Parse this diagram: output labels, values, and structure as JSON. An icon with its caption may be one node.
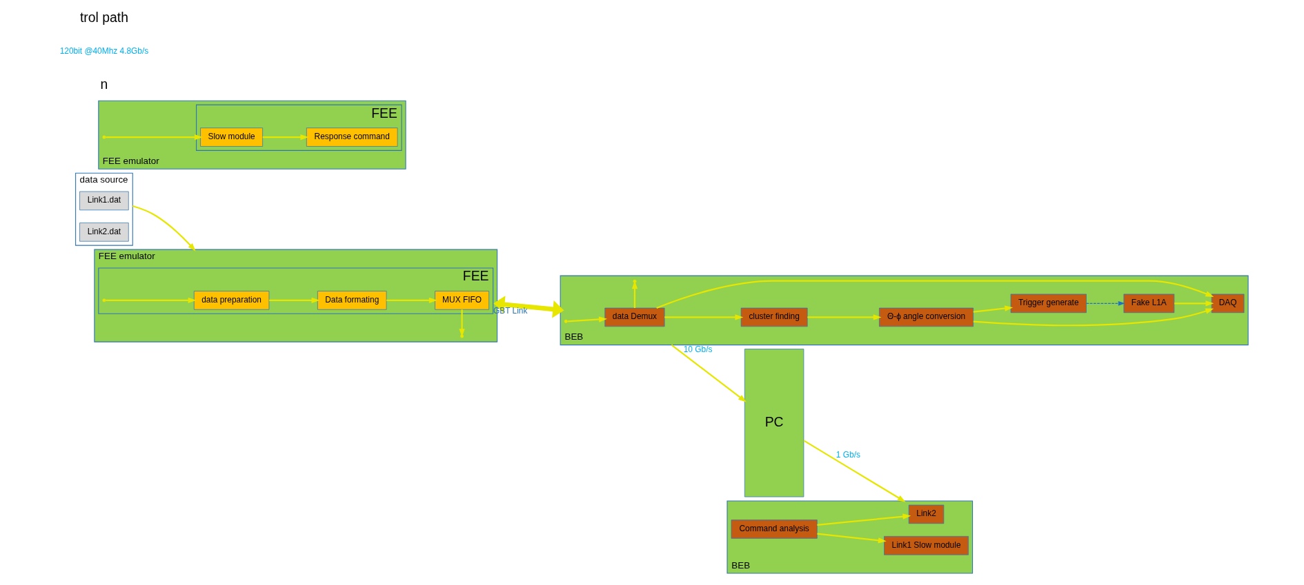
{
  "diagram": {
    "nodes": [
      {
        "text": [
          "data source"
        ]
      },
      {
        "text": [
          "Link1.dat"
        ],
        "in": 0
      },
      {
        "text": [
          "Link2.dat"
        ],
        "in": 0
      },
      {
        "text": [
          "FEE emulator"
        ]
      },
      {
        "text": [
          "FEE"
        ],
        "in": 3
      },
      {
        "text": [
          "data preparation"
        ],
        "in": 4
      },
      {
        "text": [
          "Data formating"
        ],
        "in": 4
      },
      {
        "text": [
          "MUX FIFO"
        ],
        "in": 4
      },
      {
        "text": [
          "FEE emulator"
        ]
      },
      {
        "text": [
          "FEE"
        ],
        "in": 8
      },
      {
        "text": [
          "Response command"
        ],
        "in": 9
      },
      {
        "text": [
          "Slow module"
        ],
        "in": 9
      },
      {
        "text": [
          "BEB"
        ]
      },
      {
        "text": [
          "data Demux"
        ],
        "in": 12
      },
      {
        "text": [
          "cluster finding"
        ],
        "in": 12
      },
      {
        "text": [
          "Θ-ϕ angle conversion"
        ],
        "in": 12
      },
      {
        "text": [
          "DAQ"
        ],
        "in": 12
      },
      {
        "text": [
          "Trigger generate"
        ],
        "in": 12
      },
      {
        "text": [
          "Fake L1A"
        ],
        "in": 12
      },
      {
        "text": [
          "BEB"
        ]
      },
      {
        "text": [
          "Link2"
        ],
        "in": 19
      },
      {
        "text": [
          "Link1 Slow module"
        ],
        "in": 19
      },
      {
        "text": [
          "Command analysis"
        ],
        "in": 19
      },
      {
        "text": [
          "PC"
        ]
      }
    ],
    "edges": [
      {
        "from": 0,
        "to": 3,
        "arrow": "to"
      },
      {
        "from": 4,
        "to": 5,
        "arrow": "to"
      },
      {
        "from": 5,
        "to": 6,
        "arrow": "to"
      },
      {
        "from": 6,
        "to": 7,
        "arrow": "to"
      },
      {
        "from": 7,
        "to": 3,
        "arrow": "to"
      },
      {
        "from": 3,
        "to": 12,
        "arrow": "both",
        "label": "GBT Link",
        "style": "thick"
      },
      {
        "from": 12,
        "to": 13,
        "arrow": "to"
      },
      {
        "from": 13,
        "to": 12,
        "arrow": "to"
      },
      {
        "from": 13,
        "to": 16,
        "arrow": "to"
      },
      {
        "from": 13,
        "to": 14,
        "arrow": "to"
      },
      {
        "from": 14,
        "to": 15,
        "arrow": "to"
      },
      {
        "from": 15,
        "to": 16,
        "arrow": "to"
      },
      {
        "from": 15,
        "to": 17,
        "arrow": "to"
      },
      {
        "from": 17,
        "to": 18,
        "arrow": "to",
        "style": "dashed",
        "color": "#1f6fc5"
      },
      {
        "from": 18,
        "to": 16,
        "arrow": "to"
      },
      {
        "from": 12,
        "to": 23,
        "arrow": "to",
        "label": "10 Gb/s"
      },
      {
        "from": 23,
        "to": 19,
        "arrow": "to",
        "label": "1 Gb/s"
      },
      {
        "from": 22,
        "to": 20,
        "arrow": "to"
      },
      {
        "from": 22,
        "to": 21,
        "arrow": "to"
      },
      {
        "from": 8,
        "to": 11,
        "arrow": "to"
      },
      {
        "from": 11,
        "to": 10,
        "arrow": "to"
      }
    ],
    "labels": [
      "n",
      "120bit @40Mhz 4.8Gb/s",
      "trol path"
    ]
  }
}
